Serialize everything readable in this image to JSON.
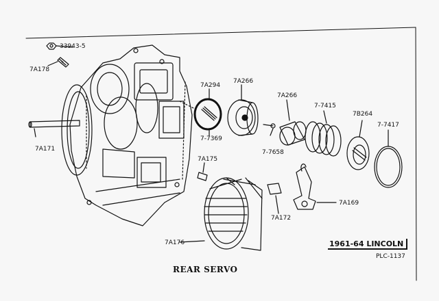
{
  "title": "REAR SERVO",
  "model_plate": "1961-64 LINCOLN",
  "plate_ref": "PLC-1137",
  "labels": {
    "p33943_5": "33943-5",
    "p7A178": "7A178",
    "p7A171": "7A171",
    "p7A294": "7A294",
    "p7_7369": "7-7369",
    "p7A266a": "7A266",
    "p7A266b": "7A266",
    "p7_7658": "7-7658",
    "p7_7415": "7-7415",
    "p7B264": "7B264",
    "p7_7417": "7-7417",
    "p7A175": "7A175",
    "p7A172": "7A172",
    "p7A169": "7A169",
    "p7A176": "7A176"
  },
  "colors": {
    "ink": "#111111",
    "paper": "#f7f7f7"
  }
}
